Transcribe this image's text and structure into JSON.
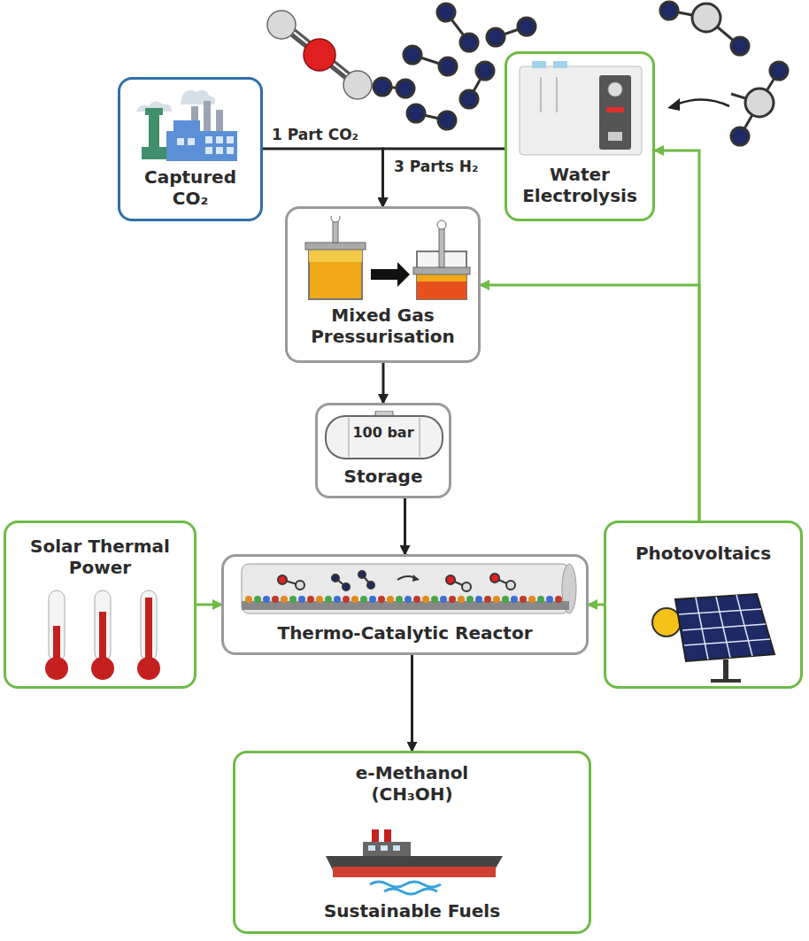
{
  "diagram": {
    "nodes": [
      {
        "text": [
          "Captured CO₂"
        ]
      },
      {
        "text": [
          "Water Electrolysis"
        ]
      },
      {
        "text": [
          "Mixed Gas Pressurisation"
        ]
      },
      {
        "text": [
          "100 bar",
          "Storage"
        ]
      },
      {
        "text": [
          "Solar Thermal Power"
        ]
      },
      {
        "text": [
          "Thermo-Catalytic Reactor"
        ]
      },
      {
        "text": [
          "Photovoltaics"
        ]
      },
      {
        "text": [
          "e-Methanol (CH₃OH)",
          "Sustainable Fuels"
        ]
      }
    ],
    "edges": [
      {
        "from": 0,
        "to": 2,
        "arrow": "to",
        "label": "1 Part CO₂"
      },
      {
        "from": 1,
        "to": 2,
        "arrow": "to",
        "label": "3 Parts H₂"
      },
      {
        "from": 2,
        "to": 3,
        "arrow": "to"
      },
      {
        "from": 3,
        "to": 5,
        "arrow": "to"
      },
      {
        "from": 4,
        "to": 5,
        "arrow": "to"
      },
      {
        "from": 6,
        "to": 5,
        "arrow": "to"
      },
      {
        "from": 6,
        "to": 1,
        "arrow": "to"
      },
      {
        "from": 6,
        "to": 2,
        "arrow": "to"
      },
      {
        "from": 5,
        "to": 7,
        "arrow": "to"
      }
    ]
  }
}
